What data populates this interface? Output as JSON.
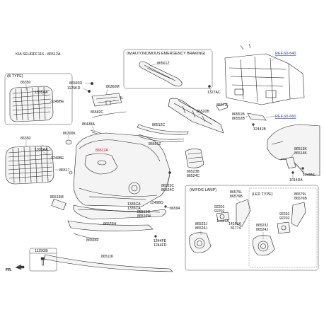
{
  "title": "KIA SEURFF116 - 86512A",
  "fr_label": "FR.",
  "boxes": {
    "b_type": "(B TYPE)",
    "autonomous": "(W/AUTONOMOUS EMERGENCY BRAKING)",
    "fog_lamp": "(W/FOG LAMP)",
    "led_type": "(LED TYPE)"
  },
  "refs": {
    "ref1": "REF.60-640",
    "ref2": "REF.60-660"
  },
  "labels": {
    "l86350a": "86350",
    "l1335aa_a": "1335AA",
    "l1249be_a": "1249BE",
    "l86593d": "86593D",
    "l1125kd": "1125KD",
    "l86360m": "86360M",
    "l25388l": "25388L",
    "l86582c": "86582C",
    "l86438a": "86438A",
    "l86300k": "86300K",
    "l86350b": "86350",
    "l1335aa_b": "1335AA",
    "l1249be_b": "1249BE",
    "l86517": "86517",
    "l86512a": "86512A",
    "l86561z": "86561Z",
    "l86561z_b": "86561Z",
    "l1327ac": "1327AC",
    "l86571l": "86571L",
    "l86520b": "86520B",
    "l86512c": "86512C",
    "l86551b": "86551B",
    "l86552b": "86552B",
    "l12441b": "12441B",
    "l86513k": "86513K",
    "l86514k": "86514K",
    "l1249nl": "1249NL",
    "l1014da": "1014DA",
    "l86523b": "86523B",
    "l86524c_a": "86524C",
    "l86523c": "86523C",
    "l86524c_b": "86524C",
    "l86519m": "86519M",
    "l1249bd": "1249BD",
    "l1335ca_a": "1335CA",
    "l1335ca_b": "1335CA",
    "l86515c": "86515C",
    "l86516w": "86516W",
    "l86594": "86594",
    "l86525h": "86525H",
    "l86565f": "86565F",
    "l1244fe": "1244FE",
    "l1244fd": "1244FD",
    "l86511k": "86511K",
    "l1125gb": "1125GB",
    "l86575l": "86575L",
    "l86576b_a": "86576B",
    "l92201_a": "92201",
    "l92202_a": "92202",
    "l18649a": "18649A",
    "l1416lk": "1416LK",
    "l81774": "81774",
    "l86523j_a": "86523J",
    "l86524j_a": "86524J",
    "l86579l": "86579L",
    "l86576b_b": "86576B",
    "l92201_b": "92201",
    "l92202_b": "92202",
    "l86523j_b": "86523J",
    "l86524j_b": "86524J"
  }
}
